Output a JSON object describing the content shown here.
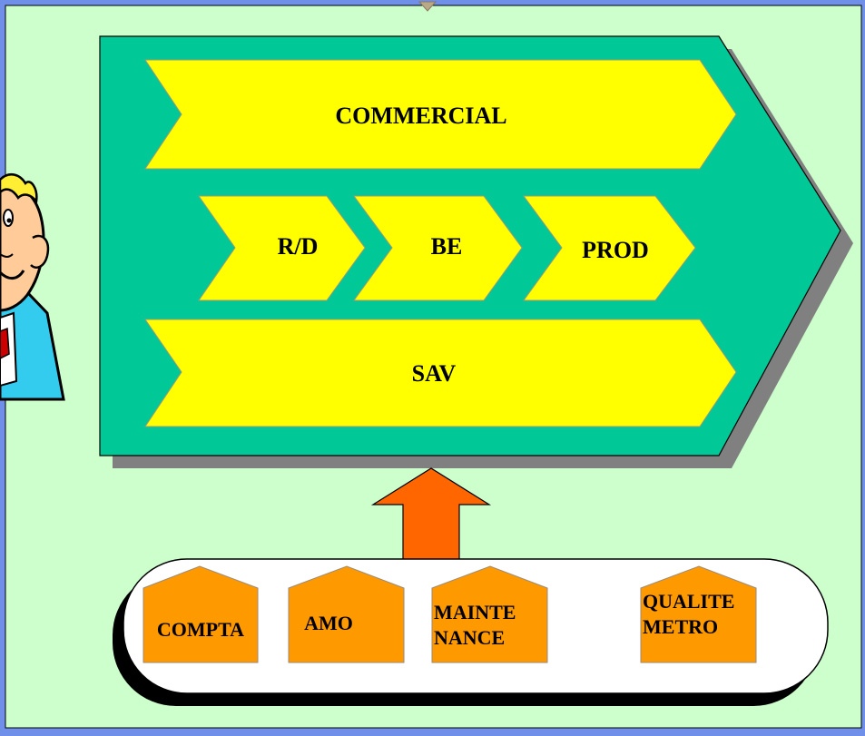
{
  "colors": {
    "background": "#ccffcc",
    "frame": "#6f8fe8",
    "process_block": "#00c896",
    "chevron": "#ffff00",
    "support_box": "#ff9900",
    "arrow": "#ff6600",
    "shadow": "#808080"
  },
  "main_process": {
    "chevrons": {
      "commercial": "COMMERCIAL",
      "rd": "R/D",
      "be": "BE",
      "prod": "PROD",
      "sav": "SAV"
    }
  },
  "support_processes": {
    "compta": [
      "COMPTA"
    ],
    "amo": [
      "AMO"
    ],
    "maintenance": [
      "MAINTE",
      "NANCE"
    ],
    "qualite": [
      "QUALITE",
      "METRO"
    ]
  },
  "icons": {
    "character": "businessman-cartoon-icon",
    "arrow": "up-arrow-icon"
  }
}
